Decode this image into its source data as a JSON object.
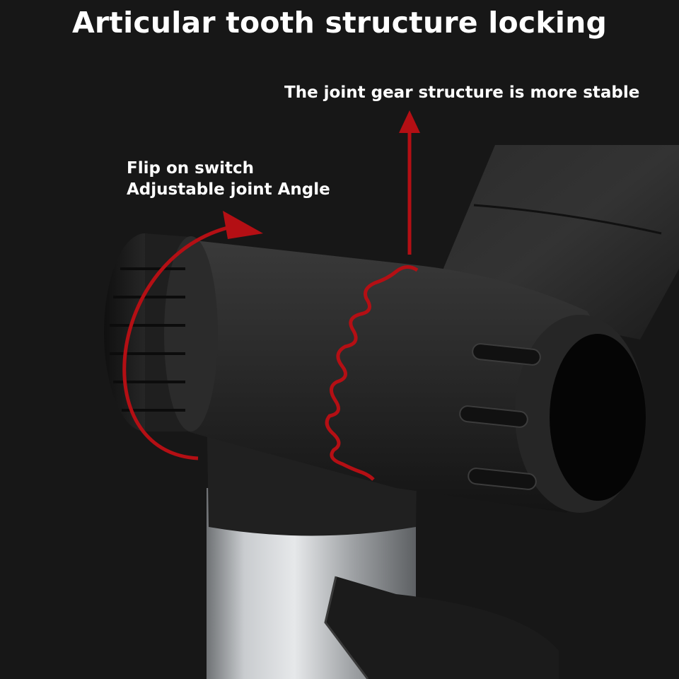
{
  "title": "Articular tooth structure locking",
  "callouts": {
    "gear": "The joint gear structure is more stable",
    "flip_line1": "Flip on switch",
    "flip_line2": "Adjustable joint Angle"
  },
  "colors": {
    "background": "#171717",
    "text": "#ffffff",
    "accent_red": "#b40f14",
    "joint_body": "#2a2a2a",
    "pole_metal": "#b9bcbf"
  }
}
